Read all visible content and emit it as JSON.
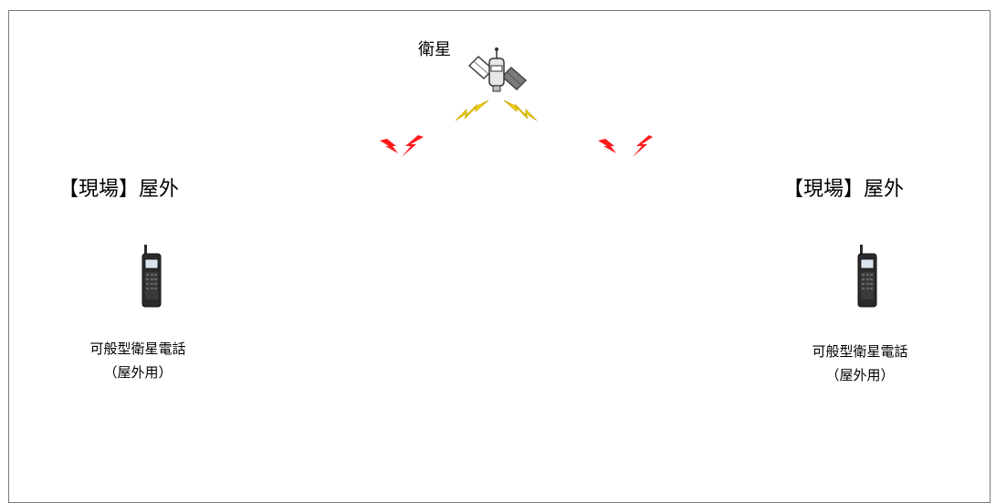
{
  "satellite": {
    "label": "衛星",
    "icon": "satellite-icon"
  },
  "sites": [
    {
      "title": "【現場】屋外",
      "device_icon": "satellite-phone-icon",
      "device_name": "可般型衛星電話",
      "device_note": "（屋外用）"
    },
    {
      "title": "【現場】屋外",
      "device_icon": "satellite-phone-icon",
      "device_name": "可般型衛星電話",
      "device_note": "（屋外用）"
    }
  ],
  "signals": {
    "satellite_color": "#f2d300",
    "link_color": "#ff1a1a",
    "icon": "lightning-icon"
  },
  "colors": {
    "frame": "#7a7a7a",
    "text": "#000000"
  }
}
